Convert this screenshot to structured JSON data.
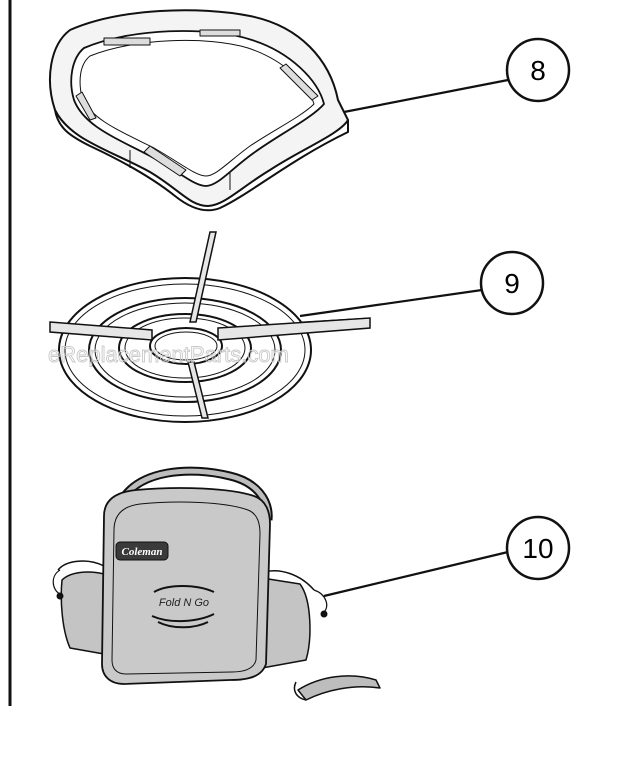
{
  "callouts": [
    {
      "id": "8",
      "label": "8"
    },
    {
      "id": "9",
      "label": "9"
    },
    {
      "id": "10",
      "label": "10"
    }
  ],
  "watermark": "eReplacementParts.com",
  "bag": {
    "logo": "Coleman",
    "brand": "Fold N Go"
  },
  "colors": {
    "line": "#111111",
    "bag_fill": "#c9c9c9",
    "bag_fill_dark": "#a8a8a8",
    "watermark": "#c8c8c8"
  }
}
